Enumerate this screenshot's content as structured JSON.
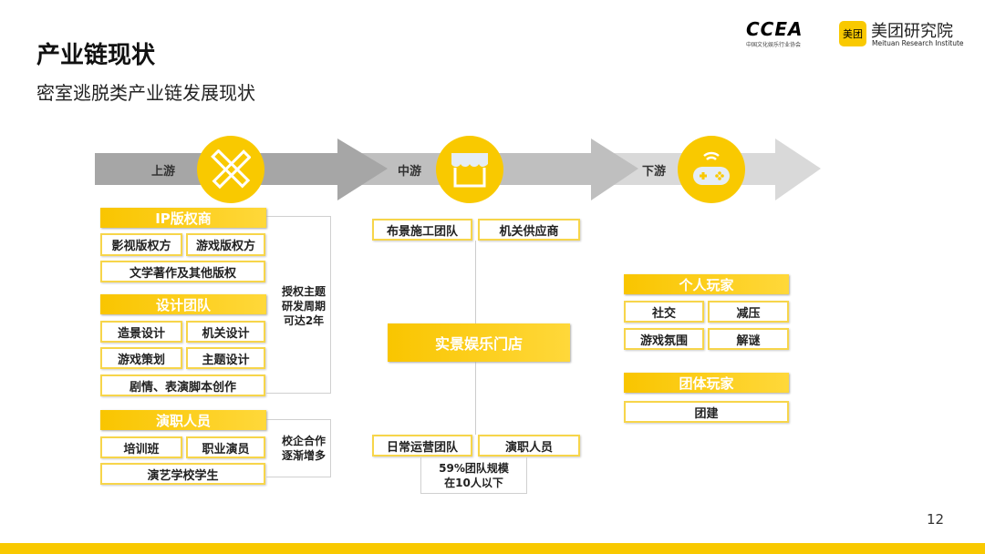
{
  "title": "产业链现状",
  "subtitle": "密室逃脱类产业链发展现状",
  "logos": {
    "ccea": "CCEA",
    "ccea_cn": "中国文化娱乐行业协会",
    "meituan_badge": "美团",
    "meituan": "美团研究院",
    "meituan_en": "Meituan Research Institute"
  },
  "stages": [
    "上游",
    "中游",
    "下游"
  ],
  "upstream": {
    "groups": [
      {
        "header": "IP版权商",
        "items": [
          "影视版权方",
          "游戏版权方",
          "文学著作及其他版权"
        ]
      },
      {
        "header": "设计团队",
        "items": [
          "造景设计",
          "机关设计",
          "游戏策划",
          "主题设计",
          "剧情、表演脚本创作"
        ]
      },
      {
        "header": "演职人员",
        "items": [
          "培训班",
          "职业演员",
          "演艺学校学生"
        ]
      }
    ],
    "note1": [
      "授权主题",
      "研发周期",
      "可达2年"
    ],
    "note2": [
      "校企合作",
      "逐渐增多"
    ]
  },
  "midstream": {
    "top": [
      "布景施工团队",
      "机关供应商"
    ],
    "center": "实景娱乐门店",
    "bottom": [
      "日常运营团队",
      "演职人员"
    ],
    "note": [
      "59%团队规模",
      "在10人以下"
    ]
  },
  "downstream": {
    "groups": [
      {
        "header": "个人玩家",
        "items": [
          "社交",
          "减压",
          "游戏氛围",
          "解谜"
        ]
      },
      {
        "header": "团体玩家",
        "items": [
          "团建"
        ]
      }
    ]
  },
  "page_number": "12",
  "colors": {
    "accent": "#f9c900"
  }
}
